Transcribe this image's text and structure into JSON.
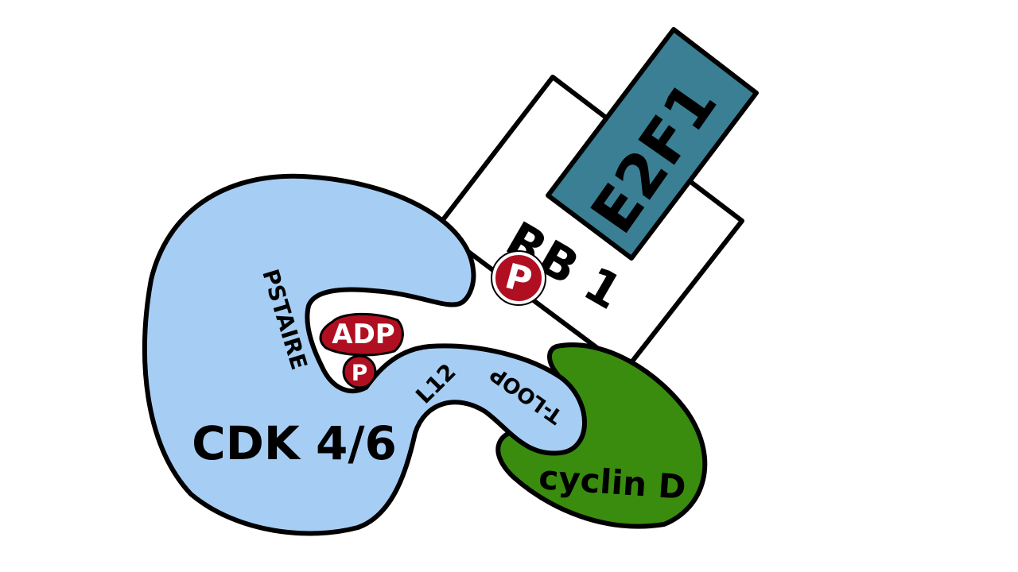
{
  "diagram": {
    "cdk": {
      "label": "CDK 4/6",
      "fill": "#a6cef5"
    },
    "pstaire": {
      "label": "PSTAIRE"
    },
    "l12": {
      "label": "L12"
    },
    "tloop": {
      "label": "T-LOOP"
    },
    "cyclin": {
      "label": "cyclin D",
      "fill": "#3a8c0e"
    },
    "rb1": {
      "label": "RB 1",
      "fill": "#ffffff"
    },
    "e2f1": {
      "label": "E2F1",
      "fill": "#3a7f94"
    },
    "adp": {
      "label": "ADP",
      "fill": "#b00f22"
    },
    "phosphate": {
      "label": "P",
      "fill": "#b00f22"
    }
  }
}
